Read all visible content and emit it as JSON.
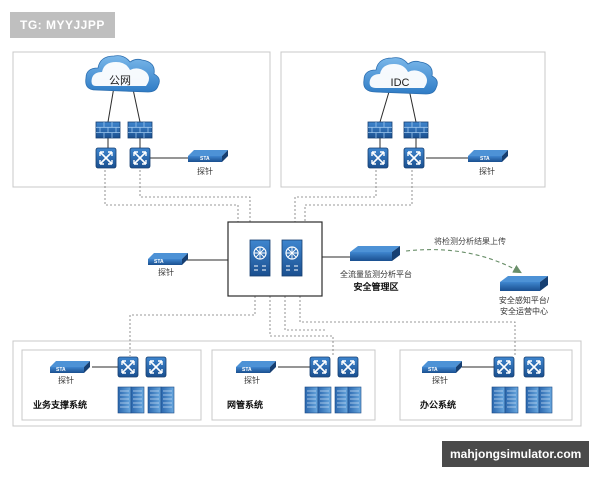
{
  "tag_text": "TG: MYYJJPP",
  "watermark_text": "mahjongsimulator.com",
  "colors": {
    "device_blue": "#1f5fa6",
    "device_light": "#5fa3dd",
    "border_gray": "#c8c8c8",
    "line_dark": "#2b2b2b",
    "arrow_green": "#6a8f6a"
  },
  "clouds": {
    "left_label": "公网",
    "right_label": "IDC"
  },
  "sta": {
    "badge": "STA",
    "probe_label": "探针"
  },
  "center": {
    "platform_label": "全流量监测分析平台",
    "zone_label": "安全管理区",
    "upload_label": "将检测分析结果上传",
    "soc_line1": "安全感知平台/",
    "soc_line2": "安全运营中心"
  },
  "systems": {
    "business": "业务支撑系统",
    "netmgmt": "网管系统",
    "office": "办公系统"
  }
}
